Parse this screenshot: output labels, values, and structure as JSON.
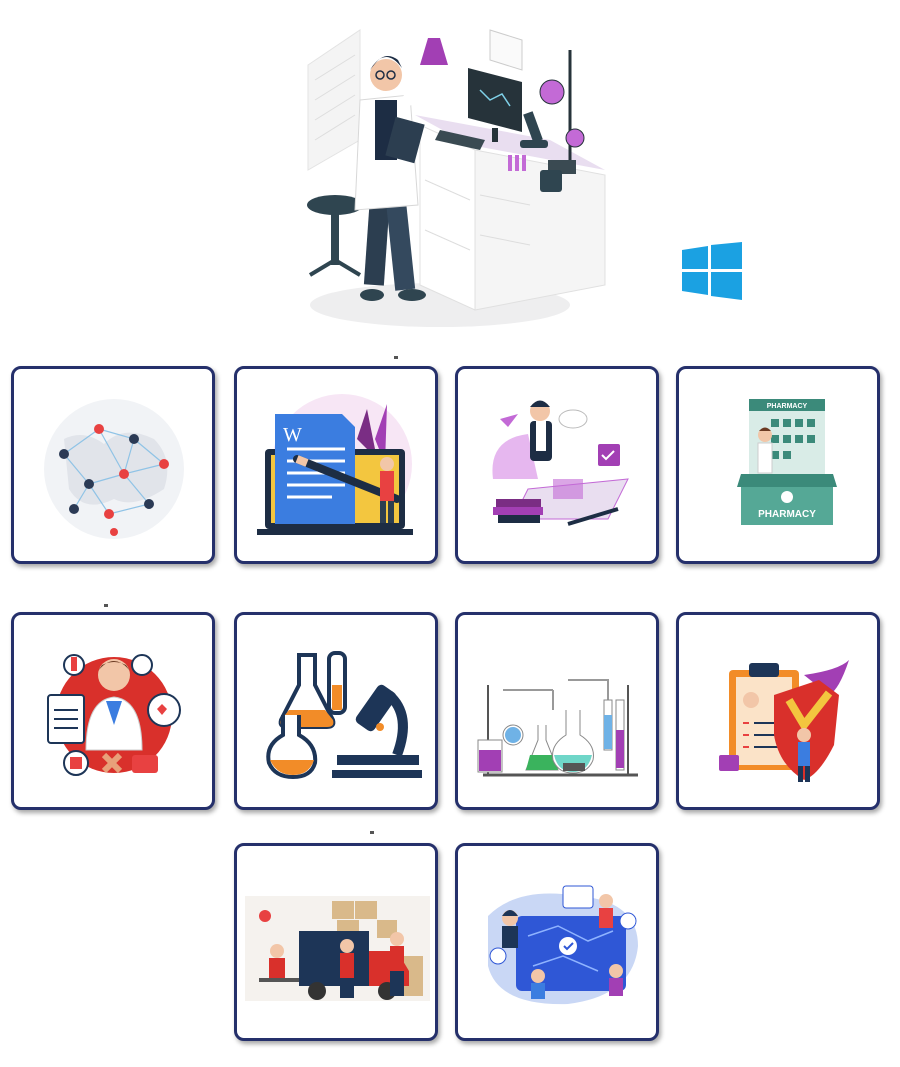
{
  "pharmacy_sign_top": "PHARMACY",
  "pharmacy_sign_counter": "PHARMACY",
  "word_logo_letter": "W",
  "colors": {
    "tile_border": "#25306b",
    "accent_purple": "#a23fb4",
    "accent_blue": "#2e7bd6",
    "windows_blue": "#1ba1e2",
    "navy": "#1d3557",
    "orange": "#f28c28",
    "pharmacy_green": "#3b8a7a"
  },
  "icons": [
    "scientist-lab-illustration",
    "windows-logo-icon",
    "network-globe-icon",
    "document-writing-icon",
    "online-learning-icon",
    "pharmacy-counter-icon",
    "doctor-medical-icon",
    "lab-microscope-icon",
    "chemistry-glassware-icon",
    "clipboard-shield-icon",
    "logistics-delivery-icon",
    "digital-network-team-icon"
  ]
}
